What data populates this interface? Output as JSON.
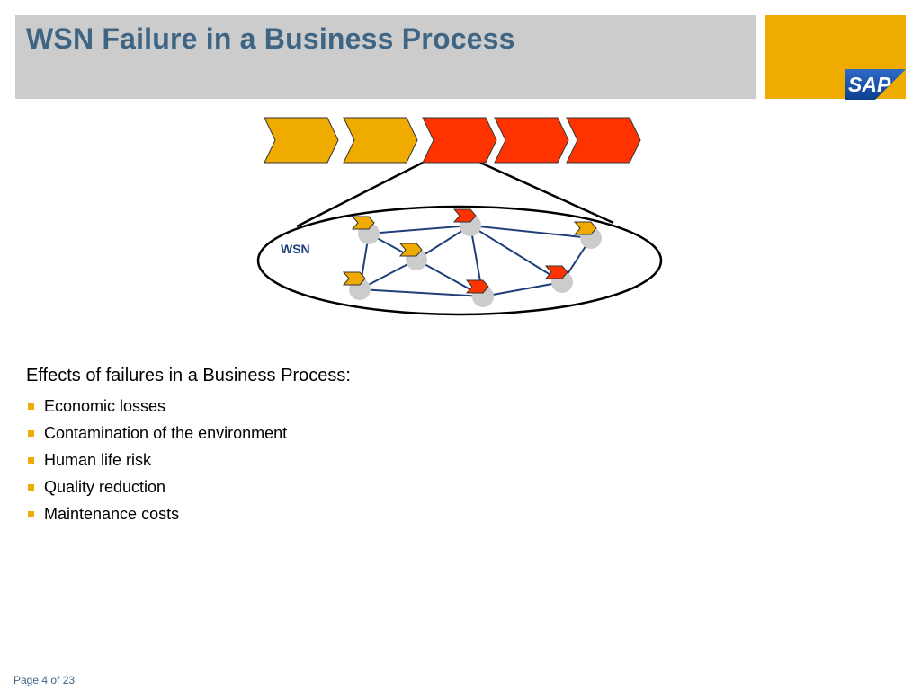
{
  "header": {
    "title": "WSN Failure in a Business Process"
  },
  "logo": {
    "text": "SAP"
  },
  "diagram": {
    "network_label": "WSN"
  },
  "content": {
    "heading": "Effects of failures in a Business Process:",
    "items": [
      {
        "label": "Economic losses"
      },
      {
        "label": "Contamination of the environment"
      },
      {
        "label": "Human life risk"
      },
      {
        "label": "Quality reduction"
      },
      {
        "label": "Maintenance costs"
      }
    ]
  },
  "footer": {
    "page": "Page 4 of 23"
  },
  "colors": {
    "title": "#3f6585",
    "title_bar": "#cccccc",
    "accent": "#f0ab00",
    "failure": "#ff3300",
    "network_link": "#1f3f7a"
  }
}
